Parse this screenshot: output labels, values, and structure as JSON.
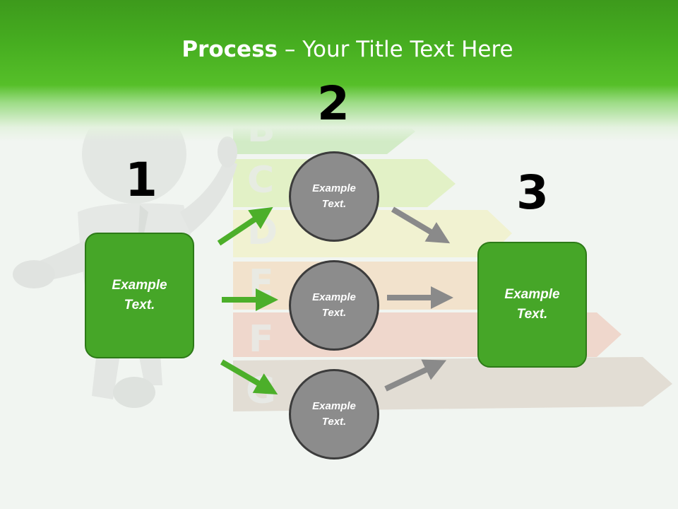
{
  "title": {
    "bold": "Process",
    "rest": " – Your Title Text Here"
  },
  "rating_letters": [
    "B",
    "C",
    "D",
    "E",
    "F",
    "G"
  ],
  "steps": [
    {
      "number": "1",
      "boxes": [
        {
          "text": "Example Text."
        }
      ]
    },
    {
      "number": "2",
      "circles": [
        {
          "text": "Example Text."
        },
        {
          "text": "Example Text."
        },
        {
          "text": "Example Text."
        }
      ]
    },
    {
      "number": "3",
      "boxes": [
        {
          "text": "Example Text."
        }
      ]
    }
  ],
  "colors": {
    "header_green": "#46ad20",
    "box_green": "#46a628",
    "circle_gray": "#8c8c8c",
    "arrow_green": "#4caf2a",
    "arrow_gray": "#8a8a8a"
  }
}
